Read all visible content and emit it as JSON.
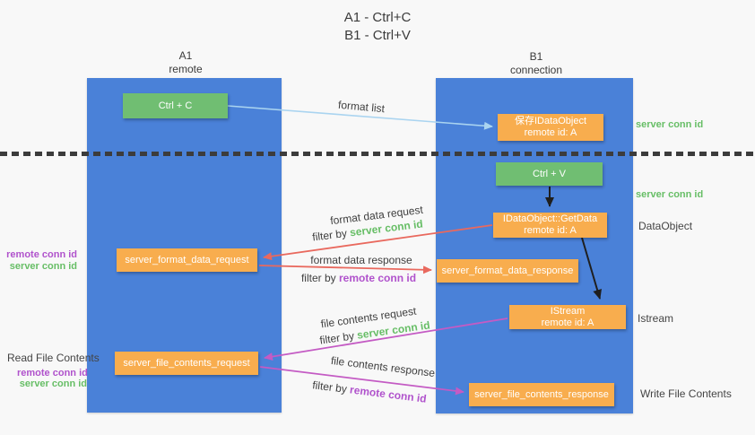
{
  "title": {
    "line1": "A1 - Ctrl+C",
    "line2": "B1 - Ctrl+V"
  },
  "lanes": {
    "left": {
      "title": "A1",
      "subtitle": "remote"
    },
    "right": {
      "title": "B1",
      "subtitle": "connection"
    }
  },
  "boxes": {
    "ctrl_c": "Ctrl + C",
    "ctrl_v": "Ctrl + V",
    "save_idataobject": {
      "line1": "保存IDataObject",
      "line2": "remote id: A"
    },
    "getdata": {
      "line1": "IDataObject::GetData",
      "line2": "remote id: A"
    },
    "istream": {
      "line1": "IStream",
      "line2": "remote id: A"
    },
    "format_request": "server_format_data_request",
    "format_response": "server_format_data_response",
    "file_request": "server_file_contents_request",
    "file_response": "server_file_contents_response"
  },
  "arrow_labels": {
    "format_list": "format list",
    "format_data_request": "format data request",
    "format_data_response": "format data response",
    "file_contents_request": "file contents request",
    "file_contents_response": "file contents response"
  },
  "terms": {
    "filter_by": "filter by",
    "server_conn_id": "server conn id",
    "remote_conn_id": "remote conn id"
  },
  "side_labels": {
    "server_conn_id_top": "server conn id",
    "server_conn_id_mid": "server conn id",
    "dataobject": "DataObject",
    "istream": "Istream",
    "write_file_contents": "Write File Contents",
    "read_file_contents": "Read File Contents"
  },
  "colors": {
    "lane_blue": "#4a81d8",
    "box_orange": "#f8ad4e",
    "box_green": "#70be72",
    "text_green": "#67be66",
    "text_purple": "#b052cc",
    "arrow_red": "#e9695e",
    "arrow_magenta": "#c45bc4",
    "arrow_light_blue": "#aad4f0",
    "arrow_black": "#1f1f1f",
    "text_dark": "#3b3b3b",
    "background": "#f8f8f8"
  }
}
